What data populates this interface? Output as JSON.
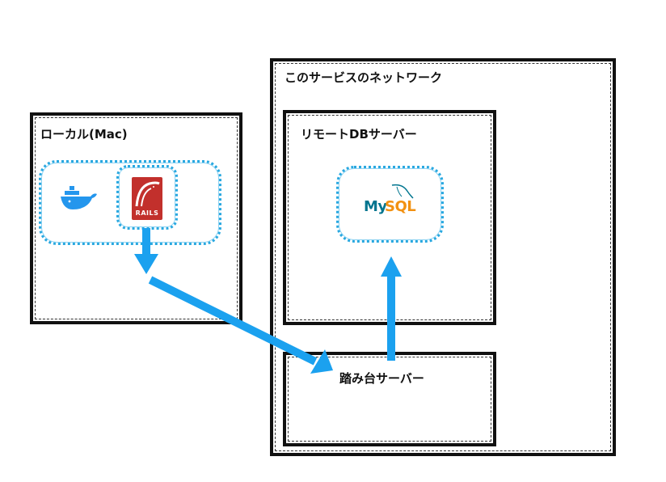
{
  "boxes": {
    "service_network": {
      "label": "このサービスのネットワーク"
    },
    "local": {
      "label": "ローカル(Mac)"
    },
    "remote_db": {
      "label": "リモートDBサーバー"
    },
    "bastion": {
      "label": "踏み台サーバー"
    }
  },
  "icons": {
    "docker": "docker-logo-icon",
    "rails": "rails-logo-icon",
    "mysql": "mysql-logo-icon"
  },
  "logos": {
    "rails_text": "RAILS",
    "mysql_my": "My",
    "mysql_sql": "SQL"
  },
  "colors": {
    "border": "#111111",
    "arrow": "#1ba1ef",
    "cluster": "#29a8e0",
    "docker": "#2496ed",
    "rails": "#c2302c",
    "mysql_blue": "#00758f",
    "mysql_orange": "#f29111"
  }
}
